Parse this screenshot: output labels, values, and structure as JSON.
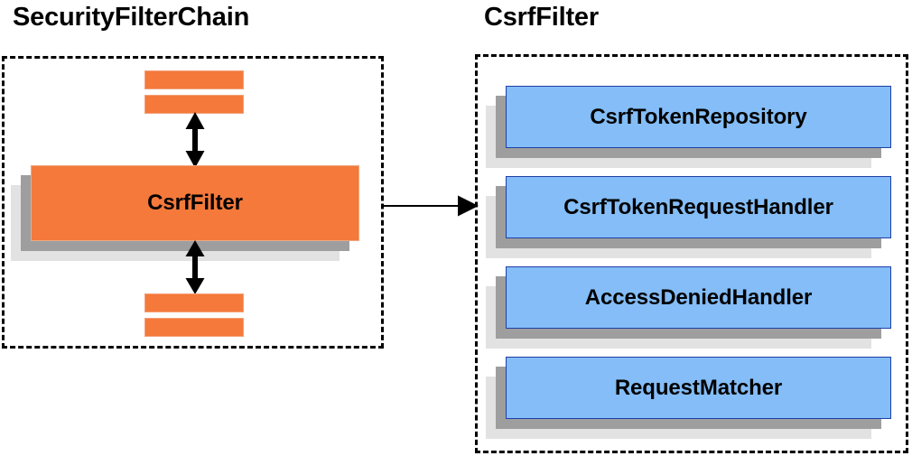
{
  "diagram": {
    "title_left": "SecurityFilterChain",
    "title_right": "CsrfFilter",
    "colors": {
      "orange_fill": "#f4793b",
      "orange_border": "#f0a882",
      "blue_fill": "#84bdf7",
      "blue_border": "#1f3fa8",
      "shadow_near": "#9e9e9e",
      "shadow_far": "#e2e2e2",
      "stroke": "#000000",
      "background": "#ffffff"
    }
  },
  "left_panel": {
    "title": "SecurityFilterChain",
    "top_bars": [
      {
        "name": "filter-bar-top-1"
      },
      {
        "name": "filter-bar-top-2"
      }
    ],
    "main_filter": {
      "label": "CsrfFilter"
    },
    "bottom_bars": [
      {
        "name": "filter-bar-bottom-1"
      },
      {
        "name": "filter-bar-bottom-2"
      }
    ],
    "arrows": [
      {
        "name": "arrow-up-down-top",
        "direction": "bidirectional-vertical"
      },
      {
        "name": "arrow-up-down-bottom",
        "direction": "bidirectional-vertical"
      }
    ]
  },
  "connector": {
    "name": "arrow-left-to-right",
    "direction": "right"
  },
  "right_panel": {
    "title": "CsrfFilter",
    "components": [
      {
        "label": "CsrfTokenRepository"
      },
      {
        "label": "CsrfTokenRequestHandler"
      },
      {
        "label": "AccessDeniedHandler"
      },
      {
        "label": "RequestMatcher"
      }
    ]
  }
}
